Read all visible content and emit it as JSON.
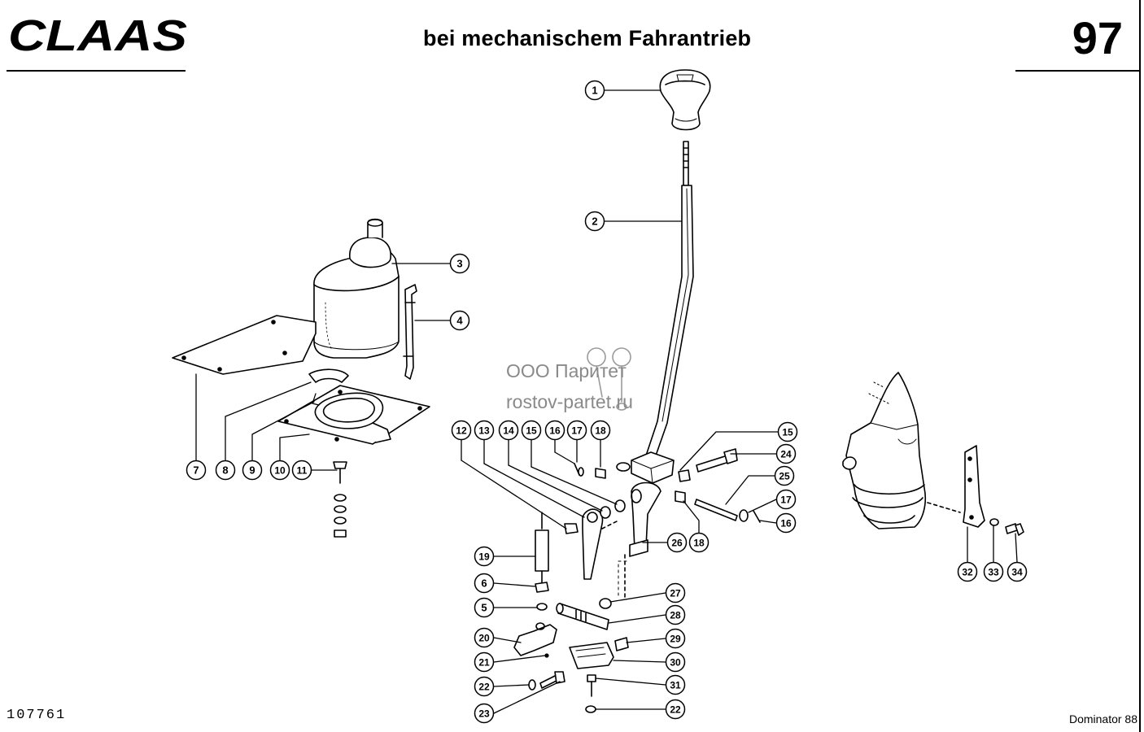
{
  "header": {
    "brand": "CLAAS",
    "title": "bei mechanischem Fahrantrieb",
    "page_number": "97"
  },
  "footer": {
    "drawing_number": "107761",
    "model": "Dominator 88"
  },
  "watermark": {
    "line1": "ООО Паритет",
    "line2": "rostov-partet.ru"
  },
  "callouts": [
    "1",
    "2",
    "3",
    "4",
    "5",
    "6",
    "7",
    "8",
    "9",
    "10",
    "11",
    "12",
    "13",
    "14",
    "15",
    "16",
    "17",
    "18",
    "19",
    "20",
    "21",
    "22",
    "23",
    "24",
    "25",
    "26",
    "27",
    "28",
    "29",
    "30",
    "31",
    "32",
    "33",
    "34"
  ]
}
